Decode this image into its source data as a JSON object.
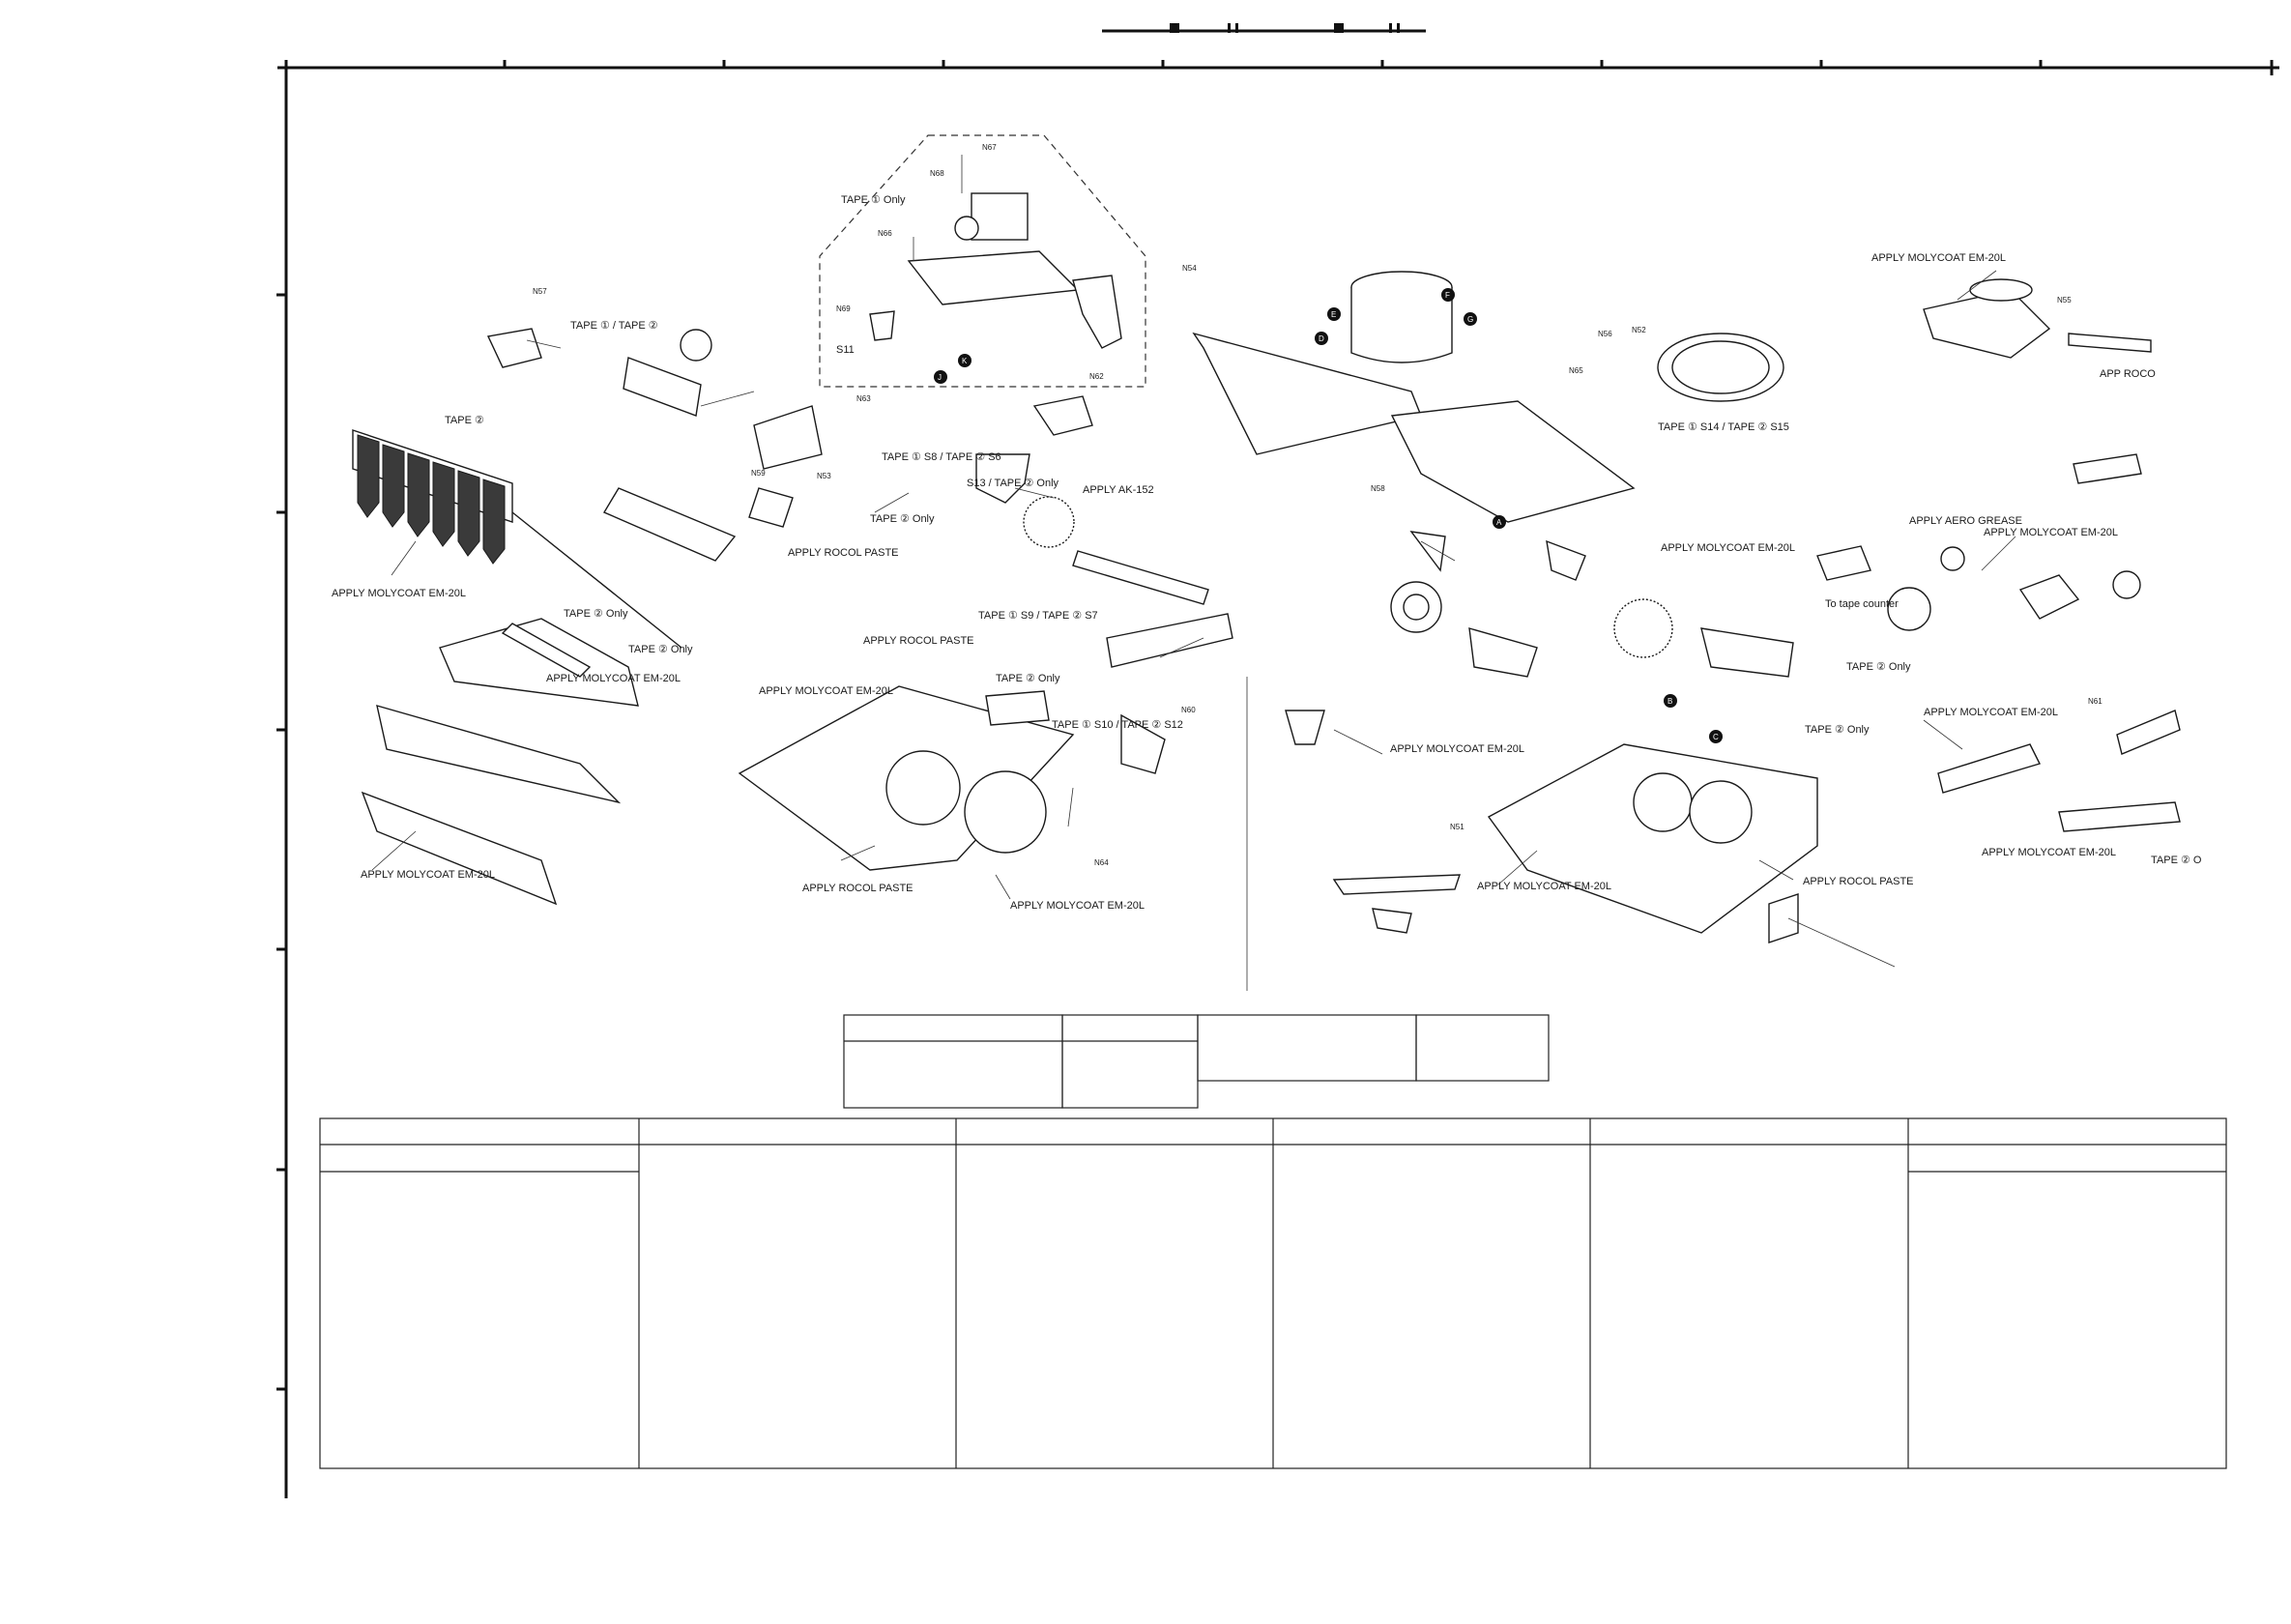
{
  "callouts": {
    "tape1_only": "TAPE ① Only",
    "tape1_tape2": "TAPE ① / TAPE ②",
    "tape2": "TAPE ②",
    "s11": "S11",
    "molycoat_left": "APPLY MOLYCOAT EM-20L",
    "tape2_only_a": "TAPE ② Only",
    "tape2_only_b": "TAPE ② Only",
    "molycoat_mid": "APPLY MOLYCOAT EM-20L",
    "molycoat_bottom_left": "APPLY MOLYCOAT EM-20L",
    "rocol_a": "APPLY ROCOL PASTE",
    "tape1_s8_tape2_s6": "TAPE ① S8 / TAPE ② S6",
    "s13_tape2_only": "S13 / TAPE ② Only",
    "tape2_only_c": "TAPE ② Only",
    "ak152": "APPLY AK-152",
    "molycoat_center": "APPLY MOLYCOAT EM-20L",
    "rocol_b": "APPLY ROCOL PASTE",
    "tape1_s9_tape2_s7": "TAPE ① S9 / TAPE ② S7",
    "tape2_only_d": "TAPE ② Only",
    "tape1_s10_tape2_s12": "TAPE ① S10 / TAPE ② S12",
    "rocol_c": "APPLY ROCOL PASTE",
    "molycoat_chassis": "APPLY MOLYCOAT EM-20L",
    "tape1_s14_tape2_s15": "TAPE ① S14 / TAPE ② S15",
    "molycoat_flywheel": "APPLY MOLYCOAT EM-20L",
    "molycoat_right_gear": "APPLY MOLYCOAT EM-20L",
    "molycoat_right_chassis": "APPLY MOLYCOAT EM-20L",
    "rocol_d": "APPLY ROCOL PASTE",
    "molycoat_top_right": "APPLY MOLYCOAT EM-20L",
    "aero_grease": "APPLY AERO GREASE",
    "molycoat_right_b": "APPLY MOLYCOAT EM-20L",
    "to_tape_counter": "To tape counter",
    "tape2_only_e": "TAPE ② Only",
    "tape2_only_f": "TAPE ② Only",
    "molycoat_right_c": "APPLY MOLYCOAT EM-20L",
    "molycoat_right_d": "APPLY MOLYCOAT EM-20L",
    "tape2_o": "TAPE ② O",
    "app_roco": "APP ROCO"
  },
  "refs": {
    "n57": "N57",
    "n66": "N66",
    "n68": "N68",
    "n67": "N67",
    "n69": "N69",
    "n63": "N63",
    "n53": "N53",
    "n59": "N59",
    "n62": "N62",
    "n54": "N54",
    "n56": "N56",
    "n65": "N65",
    "n52": "N52",
    "n64": "N64",
    "n60": "N60",
    "n55": "N55",
    "n58": "N58",
    "n51": "N51",
    "n61": "N61"
  },
  "letters": {
    "j": "J",
    "k": "K",
    "a": "A",
    "b": "B",
    "c": "C",
    "d": "D",
    "e": "E",
    "f": "F",
    "g": "G"
  }
}
